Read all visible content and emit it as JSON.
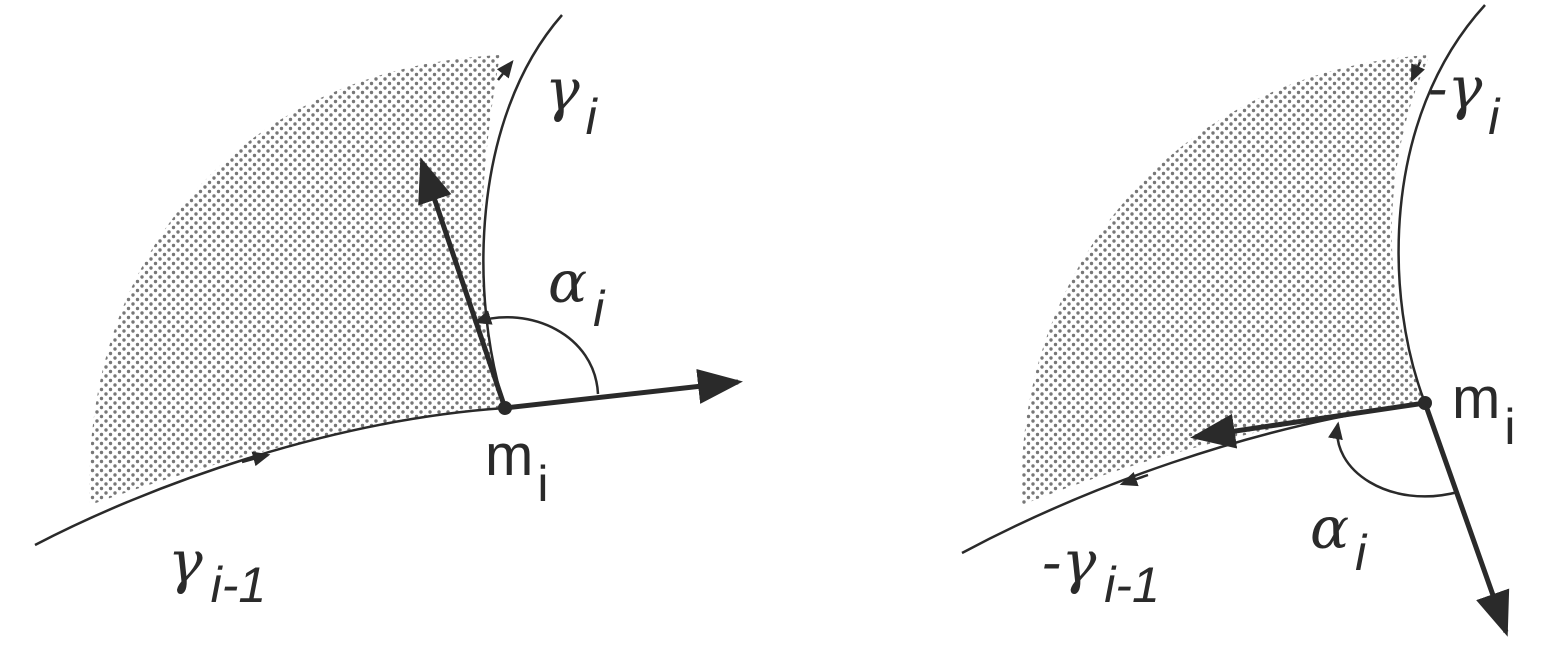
{
  "left_panel": {
    "curve_top_label": {
      "base": "γ",
      "sub": "i"
    },
    "curve_bottom_label": {
      "base": "γ",
      "sub": "i-1"
    },
    "angle_label": {
      "base": "α",
      "sub": "i"
    },
    "point_label": {
      "base": "m",
      "sub": "i"
    }
  },
  "right_panel": {
    "curve_top_label": {
      "base": "-γ",
      "sub": "i"
    },
    "curve_bottom_label": {
      "base": "-γ",
      "sub": "i-1"
    },
    "angle_label": {
      "base": "α",
      "sub": "i"
    },
    "point_label": {
      "base": "m",
      "sub": "i"
    }
  },
  "colors": {
    "ink": "#2a2a2a",
    "shading": "#777777",
    "background": "#ffffff"
  }
}
